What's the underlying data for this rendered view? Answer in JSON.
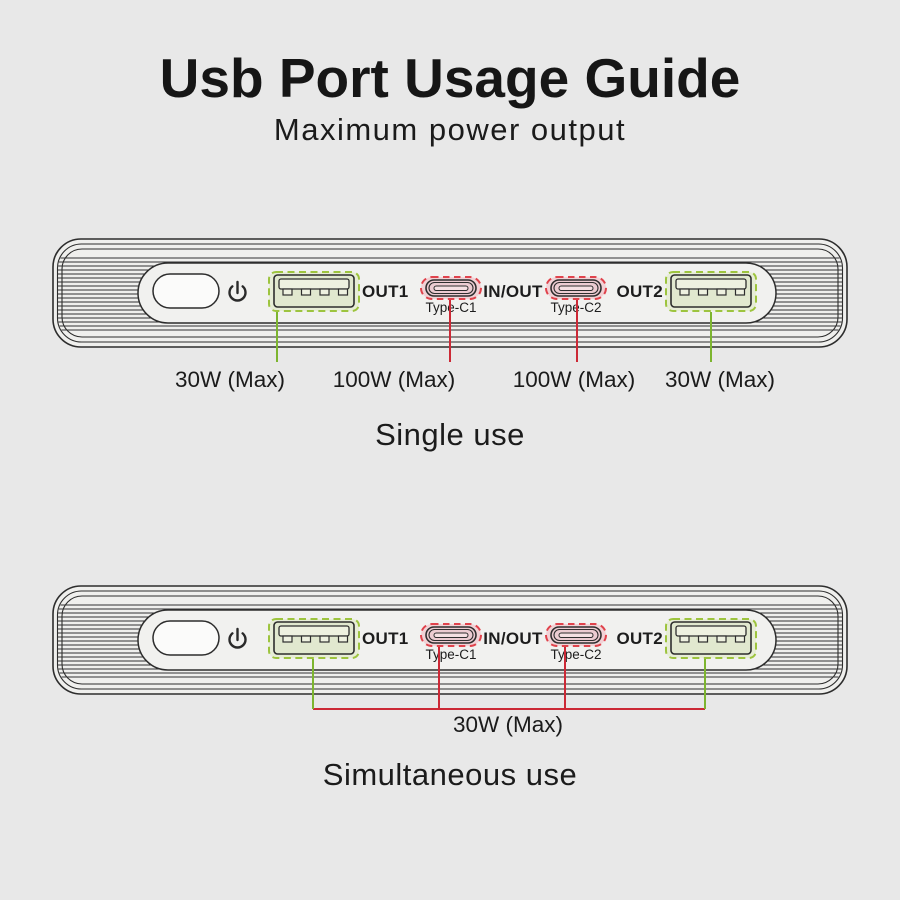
{
  "header": {
    "title": "Usb Port Usage Guide",
    "subtitle": "Maximum power output"
  },
  "device": {
    "button": {
      "icon": "power-icon"
    },
    "ports": {
      "out1_label": "OUT1",
      "in_out_label": "IN/OUT",
      "out2_label": "OUT2",
      "type_c1_label": "Type-C1",
      "type_c2_label": "Type-C2"
    }
  },
  "single_use": {
    "caption": "Single use",
    "power_labels": [
      "30W (Max)",
      "100W (Max)",
      "100W (Max)",
      "30W (Max)"
    ]
  },
  "simultaneous_use": {
    "caption": "Simultaneous use",
    "power_label": "30W (Max)"
  },
  "colors": {
    "background": "#e8e8e8",
    "outline": "#2d2d2d",
    "usb_a_highlight_green": "#9dc43e",
    "usb_a_port_fill": "#e1e8cf",
    "usb_c_highlight_red": "#e0434c",
    "usb_c_port_fill": "#ecccd2",
    "leader_line_green": "#7db52f",
    "leader_line_red": "#cc2936"
  }
}
